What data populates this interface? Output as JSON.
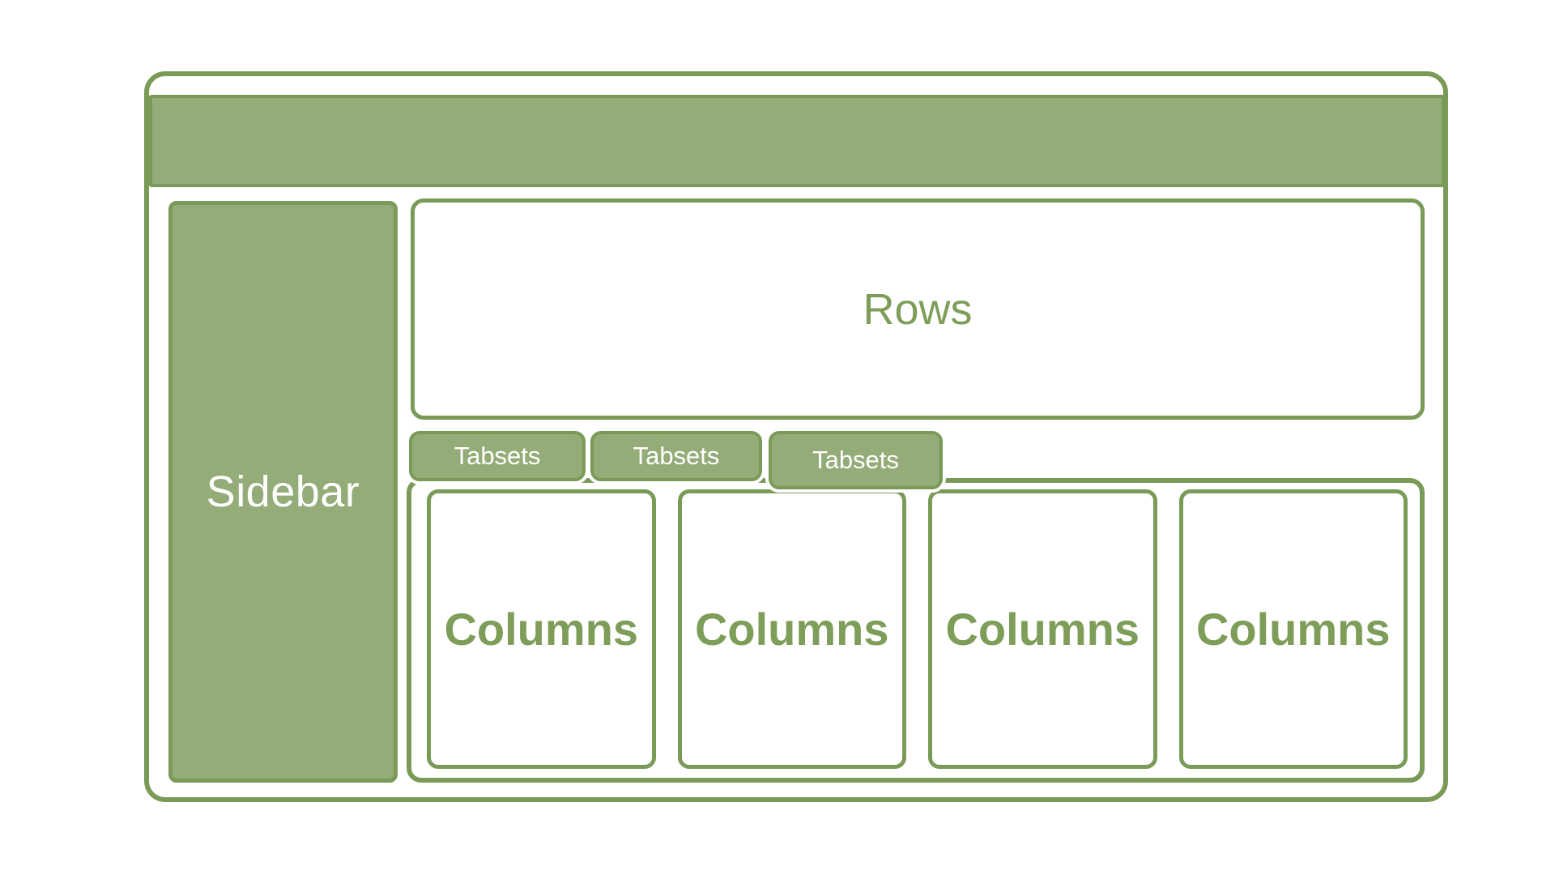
{
  "colors": {
    "fill_green": "#94ac78",
    "border_green": "#7a9b58",
    "text_green": "#7d9d58",
    "text_white": "#ffffff",
    "page_background": "#ffffff"
  },
  "diagram": {
    "description": "dashboard layout wireframe",
    "header": {
      "label": ""
    },
    "sidebar": {
      "label": "Sidebar"
    },
    "rows": {
      "label": "Rows"
    },
    "tabs": [
      {
        "label": "Tabsets"
      },
      {
        "label": "Tabsets"
      },
      {
        "label": "Tabsets"
      }
    ],
    "columns": [
      {
        "label": "Columns"
      },
      {
        "label": "Columns"
      },
      {
        "label": "Columns"
      },
      {
        "label": "Columns"
      }
    ]
  }
}
